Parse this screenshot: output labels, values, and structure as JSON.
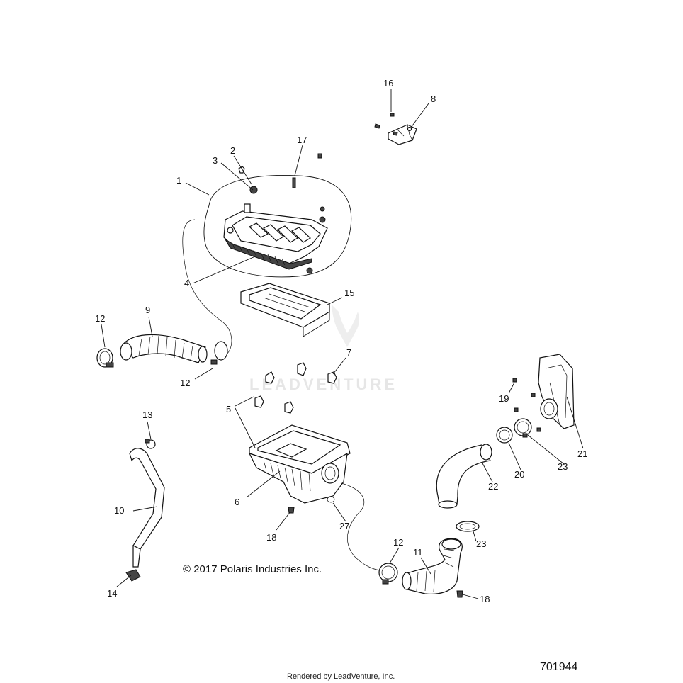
{
  "diagram": {
    "watermark": "LEADVENTURE",
    "copyright": "© 2017 Polaris Industries Inc.",
    "footer": "Rendered by LeadVenture, Inc.",
    "diagram_number": "701944",
    "callouts": {
      "c1": "1",
      "c2": "2",
      "c3": "3",
      "c4": "4",
      "c5": "5",
      "c6": "6",
      "c7": "7",
      "c8": "8",
      "c9": "9",
      "c10": "10",
      "c11": "11",
      "c12a": "12",
      "c12b": "12",
      "c12c": "12",
      "c13": "13",
      "c14": "14",
      "c15": "15",
      "c16": "16",
      "c17": "17",
      "c18a": "18",
      "c18b": "18",
      "c19": "19",
      "c20": "20",
      "c21": "21",
      "c22": "22",
      "c23a": "23",
      "c23b": "23",
      "c27": "27"
    }
  }
}
